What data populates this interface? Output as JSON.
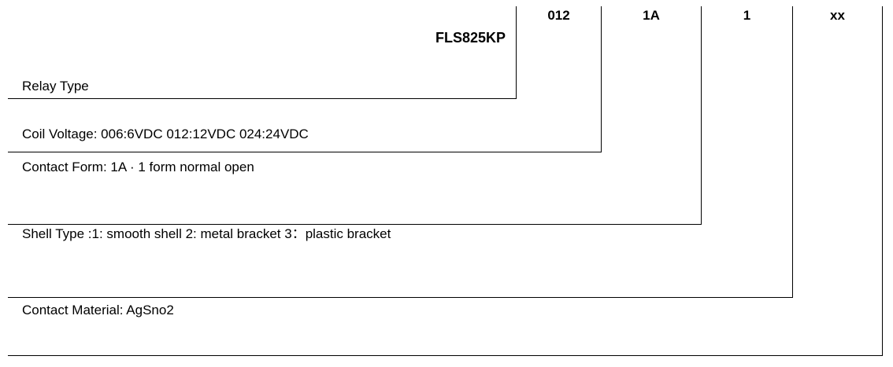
{
  "diagram": {
    "base_code": "FLS825KP",
    "segment_codes": [
      "012",
      "1A",
      "1",
      "xx"
    ],
    "rows": [
      "Relay Type",
      "Coil Voltage: 006:6VDC 012:12VDC 024:24VDC",
      "Contact Form: 1A · 1 form normal open",
      "Shell Type :1: smooth shell 2: metal bracket 3：plastic bracket",
      "Contact Material: AgSno2"
    ]
  }
}
